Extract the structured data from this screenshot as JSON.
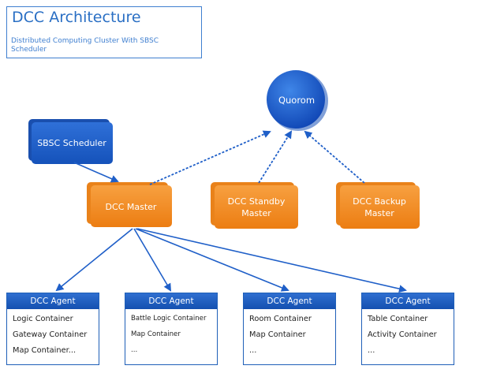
{
  "header": {
    "title": "DCC Architecture",
    "subtitle": "Distributed Computing Cluster With SBSC Scheduler"
  },
  "nodes": {
    "quorom": "Quorom",
    "scheduler": "SBSC Scheduler",
    "master": "DCC Master",
    "standby_line1": "DCC Standby",
    "standby_line2": "Master",
    "backup_line1": "DCC  Backup",
    "backup_line2": "Master"
  },
  "agents": [
    {
      "title": "DCC Agent",
      "rows": [
        "Logic Container",
        "Gateway Container",
        "Map Container..."
      ]
    },
    {
      "title": "DCC Agent",
      "rows": [
        "Battle Logic Container",
        "Map Container",
        "..."
      ]
    },
    {
      "title": "DCC Agent",
      "rows": [
        "Room Container",
        "Map Container",
        "..."
      ]
    },
    {
      "title": "DCC Agent",
      "rows": [
        "Table Container",
        "Activity Container",
        "..."
      ]
    }
  ],
  "colors": {
    "blue": "#1f5fc8",
    "orange": "#f08a20",
    "accent_text": "#2a6fc4"
  }
}
